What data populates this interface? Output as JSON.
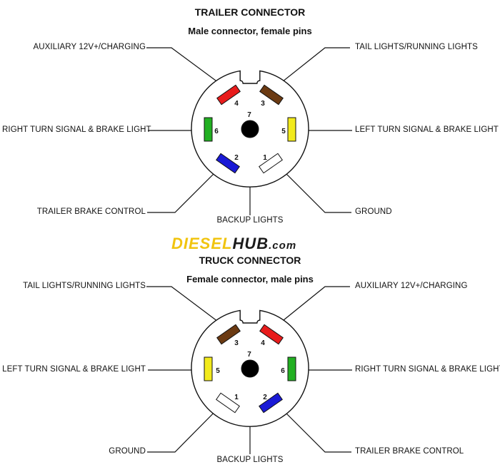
{
  "trailer": {
    "title": "TRAILER CONNECTOR",
    "subtitle": "Male connector, female pins",
    "labels": {
      "auxiliary": "AUXILIARY 12V+/CHARGING",
      "tail": "TAIL LIGHTS/RUNNING LIGHTS",
      "right_turn": "RIGHT TURN SIGNAL & BRAKE LIGHT",
      "left_turn": "LEFT TURN SIGNAL & BRAKE LIGHT",
      "brake": "TRAILER BRAKE CONTROL",
      "ground": "GROUND",
      "backup": "BACKUP LIGHTS"
    },
    "pins": [
      "1",
      "2",
      "3",
      "4",
      "5",
      "6",
      "7"
    ]
  },
  "logo": {
    "part1": "DIESEL",
    "part2": "HUB",
    "part3": ".com"
  },
  "truck": {
    "title": "TRUCK CONNECTOR",
    "subtitle": "Female connector, male pins",
    "labels": {
      "tail": "TAIL LIGHTS/RUNNING LIGHTS",
      "auxiliary": "AUXILIARY 12V+/CHARGING",
      "left_turn": "LEFT TURN SIGNAL & BRAKE LIGHT",
      "right_turn": "RIGHT TURN SIGNAL & BRAKE LIGHT",
      "ground": "GROUND",
      "backup": "BACKUP LIGHTS",
      "brake": "TRAILER BRAKE CONTROL"
    },
    "pins": [
      "1",
      "2",
      "3",
      "4",
      "5",
      "6",
      "7"
    ]
  },
  "colors": {
    "pin1": "#ffffff",
    "pin2": "#1a1ad6",
    "pin3": "#6b3a12",
    "pin4": "#e81c1c",
    "pin5": "#f2ea1c",
    "pin6": "#22b022",
    "pin7": "#000000",
    "logo_accent": "#f1c40f"
  }
}
